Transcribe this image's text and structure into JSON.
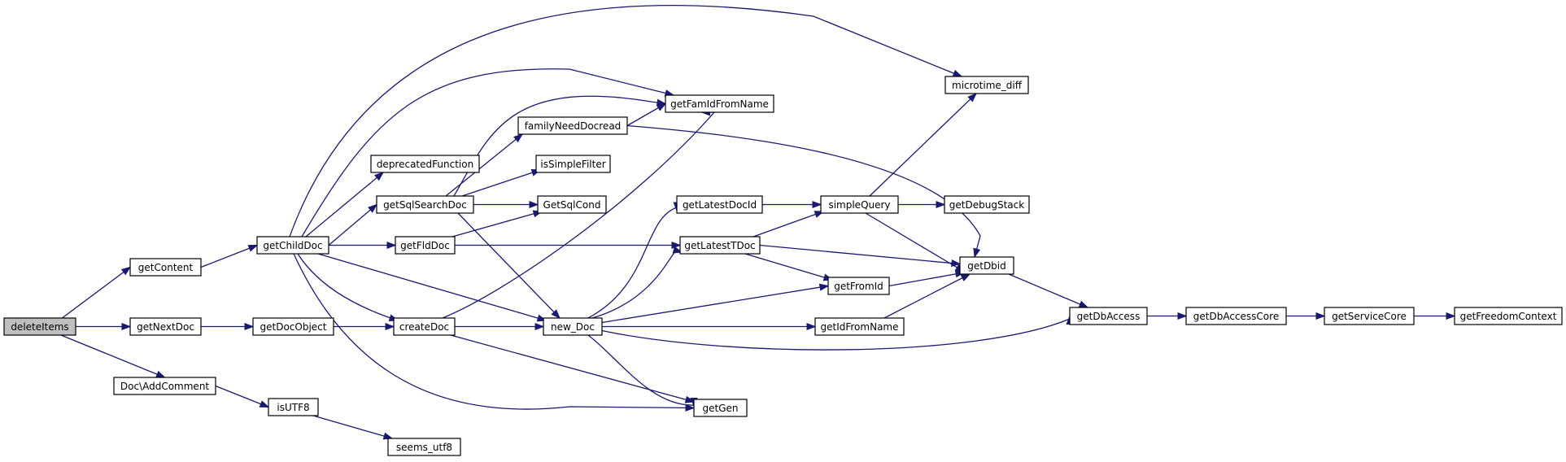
{
  "colors": {
    "edge": "#191970",
    "node_border": "#000000",
    "root_fill": "#bfbfbf",
    "node_fill": "#ffffff"
  },
  "nodes": {
    "deleteItems": "deleteItems",
    "getContent": "getContent",
    "getNextDoc": "getNextDoc",
    "DocAddComment": "Doc\\AddComment",
    "getChildDoc": "getChildDoc",
    "getDocObject": "getDocObject",
    "isUTF8": "isUTF8",
    "seems_utf8": "seems_utf8",
    "deprecatedFunction": "deprecatedFunction",
    "getSqlSearchDoc": "getSqlSearchDoc",
    "getFldDoc": "getFldDoc",
    "createDoc": "createDoc",
    "new_Doc": "new_Doc",
    "familyNeedDocread": "familyNeedDocread",
    "isSimpleFilter": "isSimpleFilter",
    "GetSqlCond": "GetSqlCond",
    "getFamIdFromName": "getFamIdFromName",
    "getLatestDocId": "getLatestDocId",
    "getLatestTDoc": "getLatestTDoc",
    "getIdFromName": "getIdFromName",
    "getGen": "getGen",
    "simpleQuery": "simpleQuery",
    "getFromId": "getFromId",
    "microtime_diff": "microtime_diff",
    "getDebugStack": "getDebugStack",
    "getDbid": "getDbid",
    "getDbAccess": "getDbAccess",
    "getDbAccessCore": "getDbAccessCore",
    "getServiceCore": "getServiceCore",
    "getFreedomContext": "getFreedomContext"
  }
}
